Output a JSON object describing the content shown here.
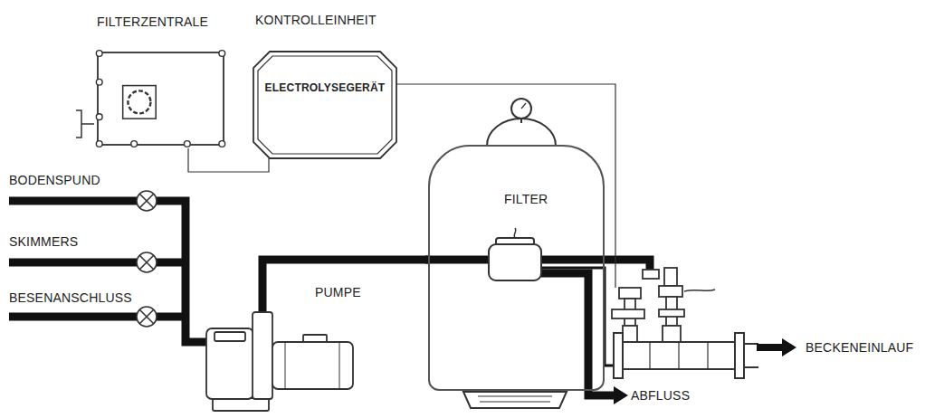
{
  "diagram": {
    "nodes": [
      {
        "text": [
          "FILTERZENTRALE"
        ]
      },
      {
        "text": [
          "KONTROLLEINHEIT",
          "ELECTROLYSEGERÄT"
        ]
      },
      {
        "text": [
          "FILTER"
        ]
      },
      {
        "text": [
          "PUMPE"
        ]
      }
    ],
    "edges": [
      {
        "from": 0,
        "to": 1,
        "arrow": "none"
      },
      {
        "from": 3,
        "to": 2,
        "arrow": "none"
      }
    ],
    "labels": [
      "BODENSPUND",
      "SKIMMERS",
      "BESENANSCHLUSS",
      "BECKENEINLAUF",
      "ABFLUSS"
    ]
  }
}
